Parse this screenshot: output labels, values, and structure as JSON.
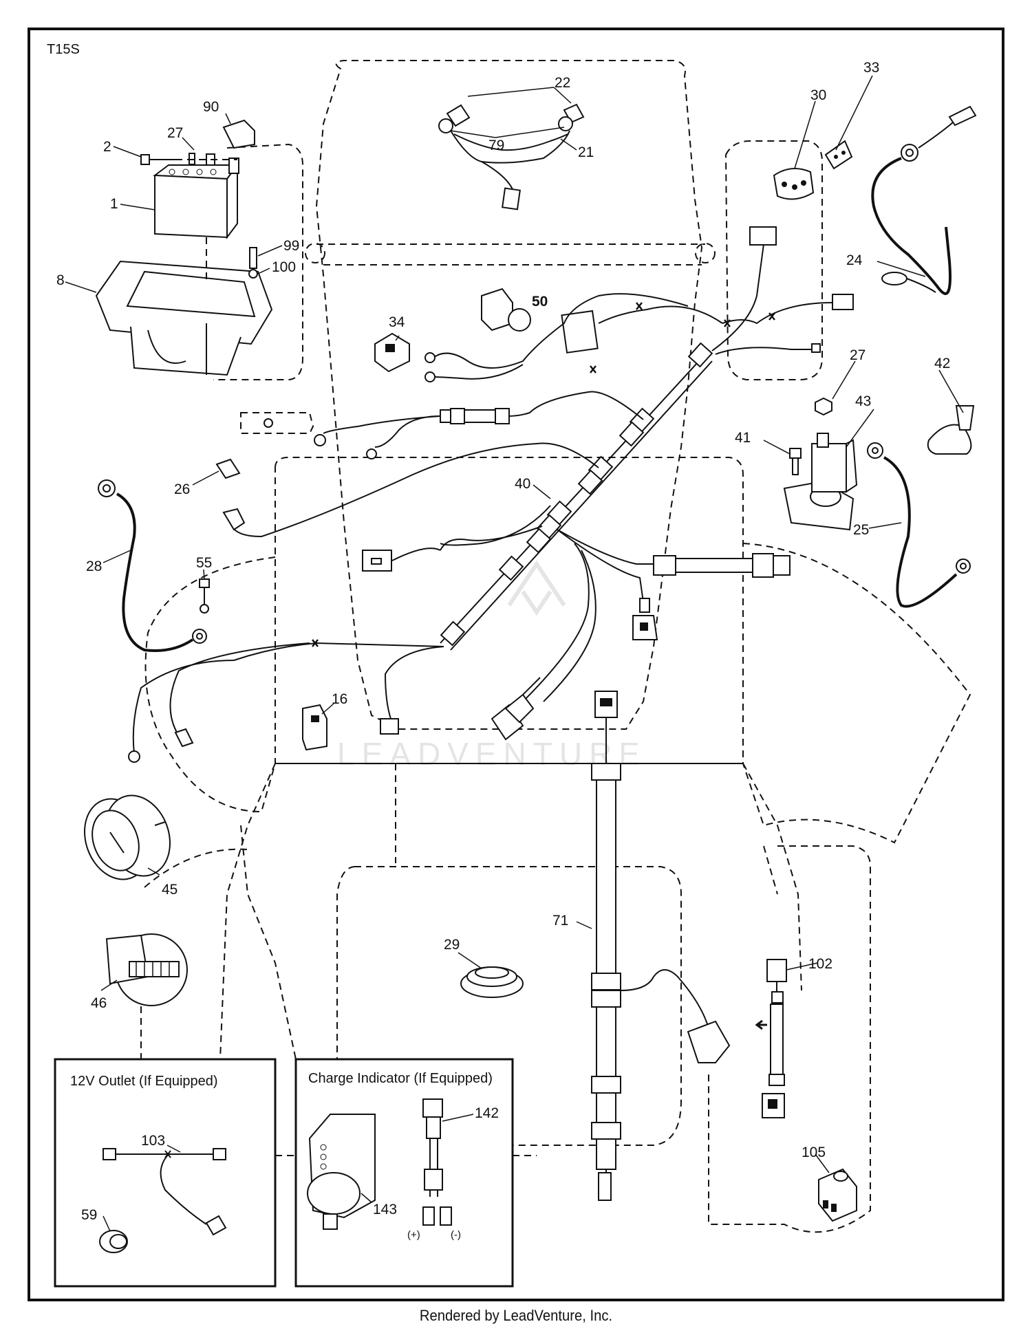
{
  "diagram": {
    "code": "T15S",
    "watermark": "LEADVENTURE",
    "footer": "Rendered by LeadVenture, Inc.",
    "callouts": [
      {
        "id": "c90",
        "text": "90"
      },
      {
        "id": "c2",
        "text": "2"
      },
      {
        "id": "c27a",
        "text": "27"
      },
      {
        "id": "c1",
        "text": "1"
      },
      {
        "id": "c99",
        "text": "99"
      },
      {
        "id": "c100",
        "text": "100"
      },
      {
        "id": "c8",
        "text": "8"
      },
      {
        "id": "c22",
        "text": "22"
      },
      {
        "id": "c79",
        "text": "79"
      },
      {
        "id": "c21",
        "text": "21"
      },
      {
        "id": "c30",
        "text": "30"
      },
      {
        "id": "c33",
        "text": "33"
      },
      {
        "id": "c24",
        "text": "24"
      },
      {
        "id": "c50",
        "text": "50"
      },
      {
        "id": "c34",
        "text": "34"
      },
      {
        "id": "c27b",
        "text": "27"
      },
      {
        "id": "c42",
        "text": "42"
      },
      {
        "id": "c43",
        "text": "43"
      },
      {
        "id": "c41",
        "text": "41"
      },
      {
        "id": "c26",
        "text": "26"
      },
      {
        "id": "c40",
        "text": "40"
      },
      {
        "id": "c25",
        "text": "25"
      },
      {
        "id": "c28",
        "text": "28"
      },
      {
        "id": "c55",
        "text": "55"
      },
      {
        "id": "c16",
        "text": "16"
      },
      {
        "id": "c45",
        "text": "45"
      },
      {
        "id": "c46",
        "text": "46"
      },
      {
        "id": "c71",
        "text": "71"
      },
      {
        "id": "c29",
        "text": "29"
      },
      {
        "id": "c102",
        "text": "102"
      },
      {
        "id": "c105",
        "text": "105"
      },
      {
        "id": "c103",
        "text": "103"
      },
      {
        "id": "c59",
        "text": "59"
      },
      {
        "id": "c142",
        "text": "142"
      },
      {
        "id": "c143",
        "text": "143"
      }
    ],
    "inset_outlet": {
      "title": "12V Outlet  (If Equipped)"
    },
    "inset_charge": {
      "title": "Charge Indicator (If Equipped)",
      "plus": "(+)",
      "minus": "(-)"
    }
  }
}
